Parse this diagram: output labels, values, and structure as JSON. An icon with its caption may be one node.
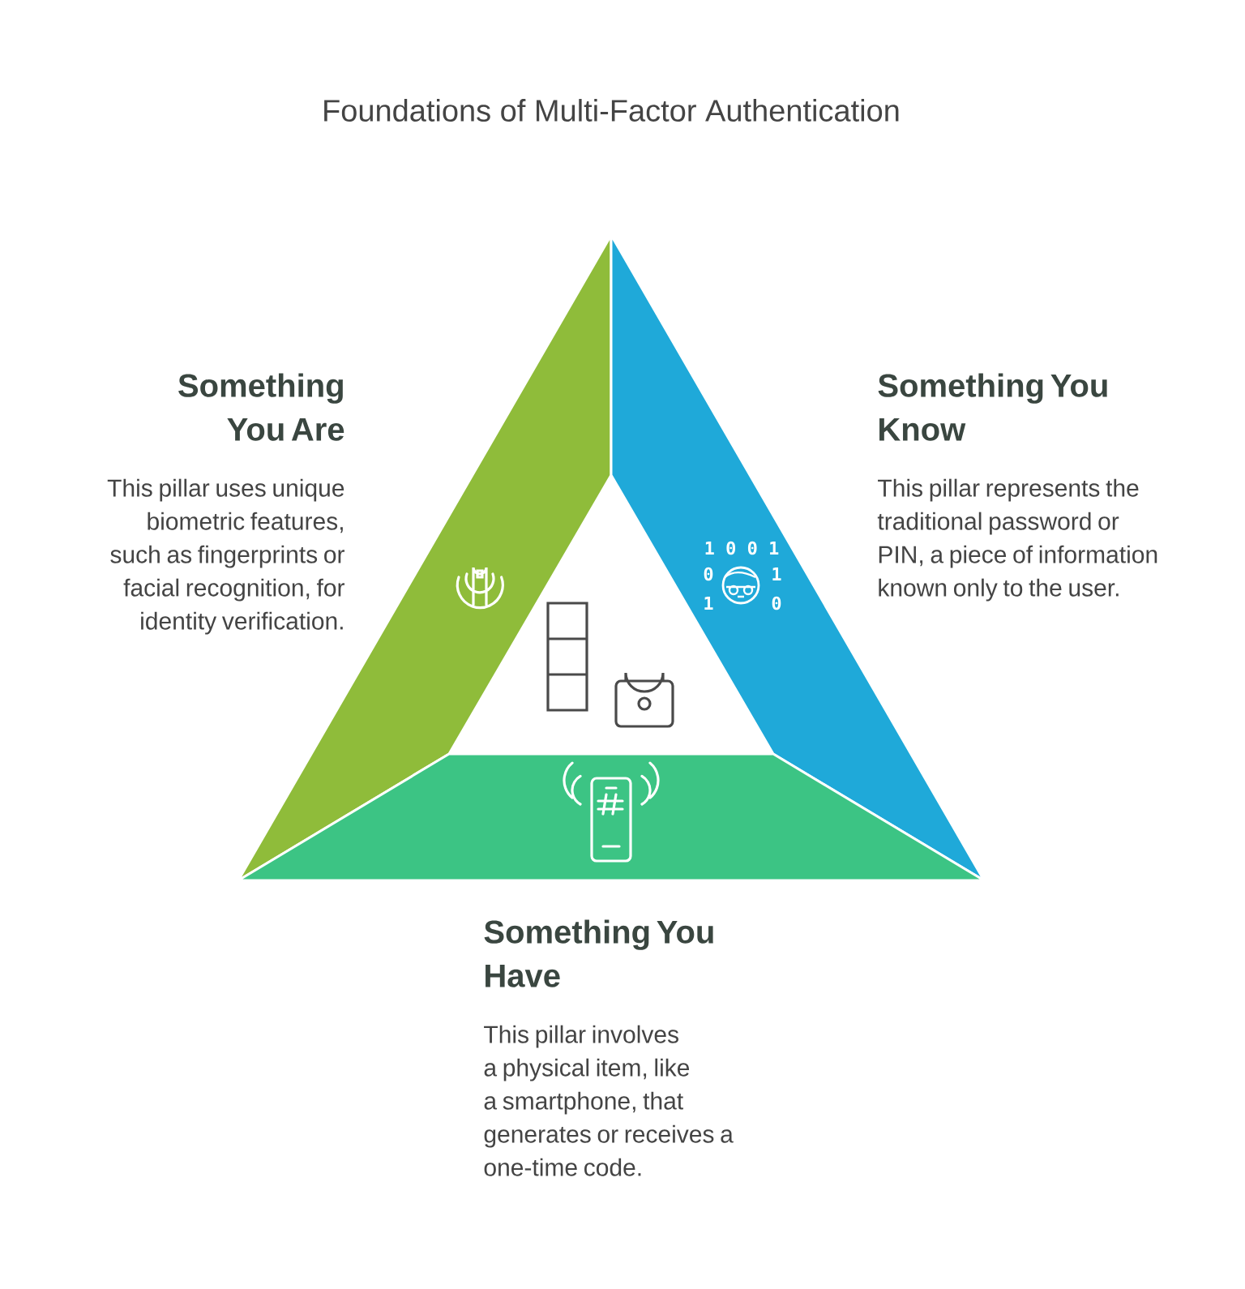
{
  "diagram": {
    "title": "Foundations of Multi-Factor Authentication",
    "nodes": [
      {
        "text": [
          "Something You Are",
          "This pillar uses unique biometric features, such as fingerprints or facial recognition, for identity verification."
        ]
      },
      {
        "text": [
          "Something You Know",
          "This pillar represents the traditional password or PIN, a piece of information known only to the user."
        ]
      },
      {
        "text": [
          "Something You Have",
          "This pillar involves a physical item, like a smartphone, that generates or receives a one-time code."
        ]
      }
    ],
    "labels": [
      "1 0 0 1",
      "0",
      "1",
      "1",
      "0"
    ]
  }
}
